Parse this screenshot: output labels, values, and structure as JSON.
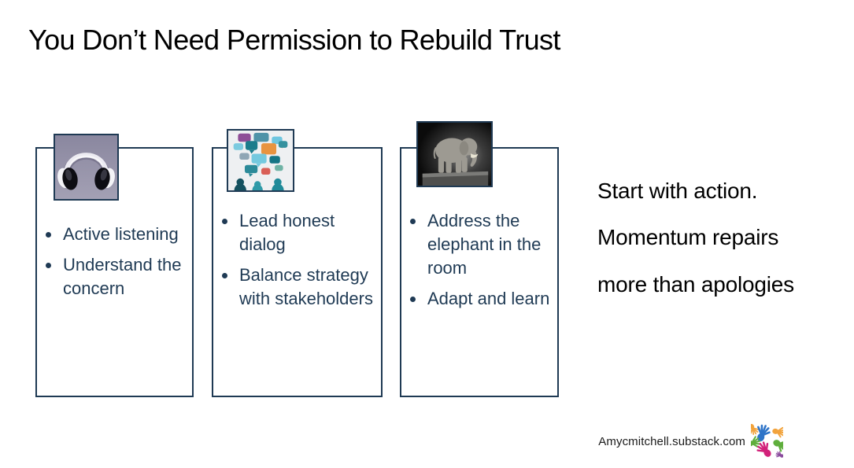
{
  "slide": {
    "title": "You Don’t Need Permission to Rebuild Trust",
    "cards": [
      {
        "image": "headphones-photo",
        "bullets": [
          "Active listening",
          "Understand the concern"
        ]
      },
      {
        "image": "speech-bubbles-photo",
        "bullets": [
          "Lead honest dialog",
          "Balance strategy with stakeholders"
        ]
      },
      {
        "image": "elephant-photo",
        "bullets": [
          "Address the elephant in the room",
          "Adapt and learn"
        ]
      }
    ],
    "callout": {
      "lines": [
        "Start with action.",
        "Momentum repairs",
        "more than apologies"
      ]
    },
    "footer": {
      "site_text": "Amycmitchell.substack.com",
      "logo": "hands-logo"
    }
  },
  "colors": {
    "background": "#ffffff",
    "title_text": "#000000",
    "card_border": "#1f3a54",
    "bullet_text": "#1f3a54",
    "callout_text": "#000000",
    "footer_text": "#1b1b1b",
    "logo_blue": "#2e74c8",
    "logo_green": "#5fae3c",
    "logo_magenta": "#d2217a",
    "logo_orange": "#f2a33c"
  }
}
